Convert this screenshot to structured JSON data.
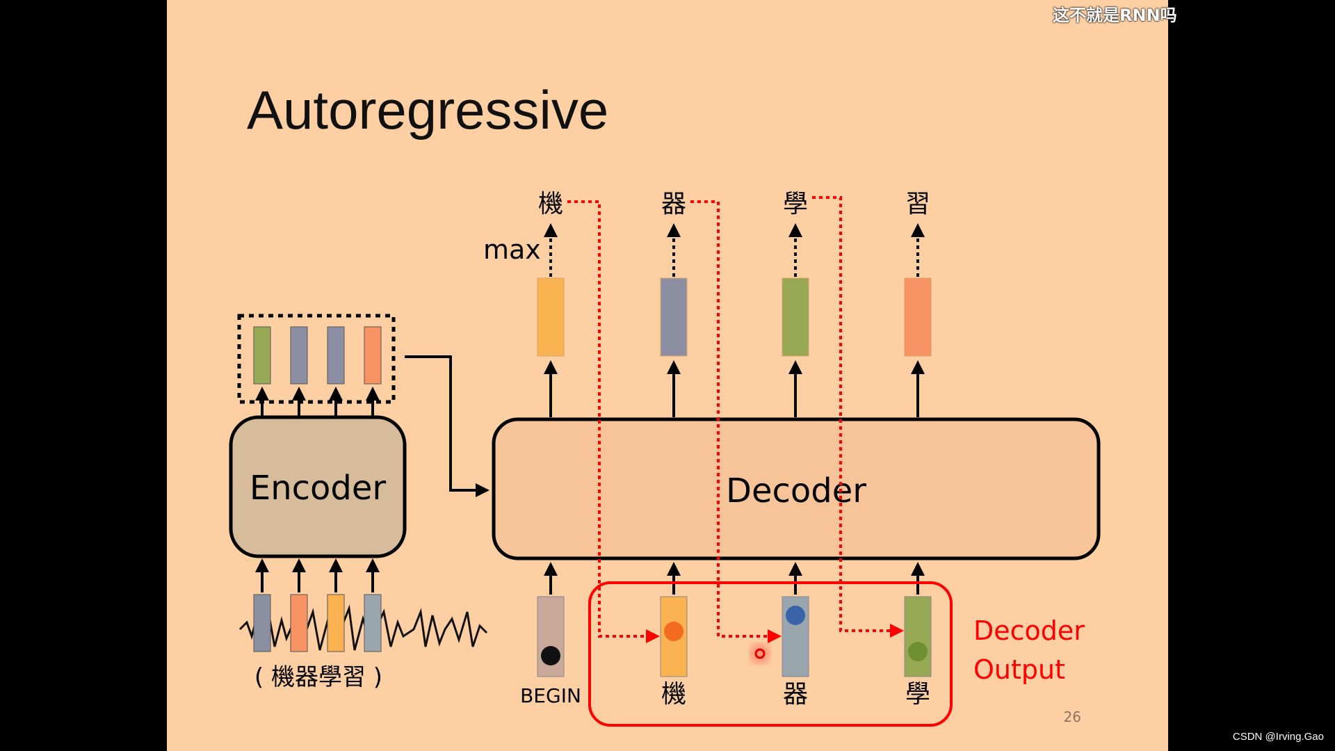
{
  "slide": {
    "title": "Autoregressive",
    "page_number": "26",
    "watermark": "这不就是RNN吗",
    "credit": "CSDN @Irving.Gao"
  },
  "encoder": {
    "label": "Encoder",
    "input_caption": "( 機器學習 )",
    "input_colors": [
      "#8c8fa2",
      "#f79263",
      "#fbb251",
      "#9aa6ad"
    ],
    "output_colors": [
      "#97a955",
      "#8c8fa2",
      "#8c8fa2",
      "#f79263"
    ]
  },
  "decoder": {
    "label": "Decoder",
    "max_label": "max",
    "outputs": [
      {
        "char": "機",
        "color": "#fbb251"
      },
      {
        "char": "器",
        "color": "#8c8fa2"
      },
      {
        "char": "學",
        "color": "#97a955"
      },
      {
        "char": "習",
        "color": "#f79263"
      }
    ],
    "inputs": [
      {
        "label": "BEGIN",
        "color": "#c9a99a",
        "dot": "#111111"
      },
      {
        "label": "機",
        "color": "#fbb251",
        "dot": "#f46a1e"
      },
      {
        "label": "器",
        "color": "#9aa6ad",
        "dot": "#3a64a8"
      },
      {
        "label": "學",
        "color": "#97a955",
        "dot": "#6e9032"
      }
    ]
  },
  "decoder_output": {
    "label_line1": "Decoder",
    "label_line2": "Output",
    "color": "#ff0000"
  },
  "colors": {
    "background": "#fdcfa2",
    "encoder_fill": "#d7bc9b",
    "decoder_fill": "#f7c49a"
  }
}
